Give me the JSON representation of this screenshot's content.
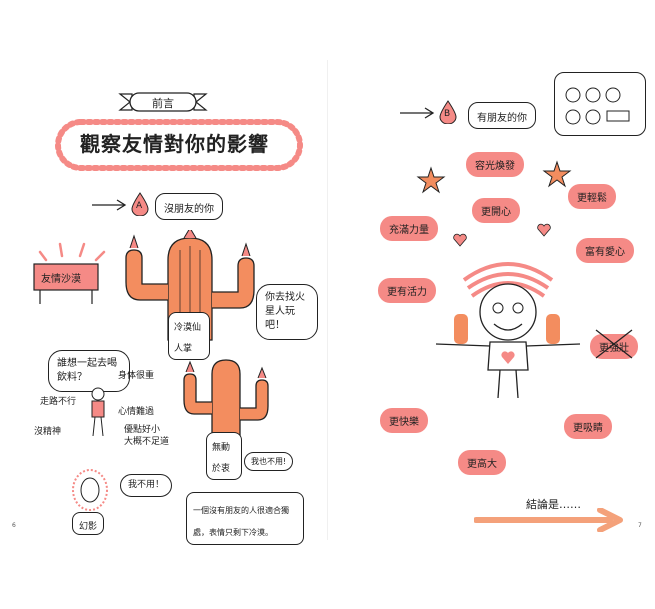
{
  "left": {
    "preface_label": "前言",
    "title": "觀察友情對你的影響",
    "section_a_letter": "A",
    "section_a_label": "沒朋友的你",
    "desert_sign": "友情沙漠",
    "cactus_bubble": "你去找火星人玩吧！",
    "cactus_tag": "冷漠仙人掌",
    "question_bubble": "誰想一起去喝飲料？",
    "notes": [
      "身体很重",
      "走路不行",
      "心情難過",
      "沒精神",
      "優點好小",
      "大概不足道"
    ],
    "small_cactus_tag": "無動於衷",
    "small_cactus_bubble": "我也不用!",
    "girl_bubble": "我不用！",
    "girl_tag": "幻影",
    "caption": "一個沒有朋友的人很適合獨處，表情只剩下冷漠。",
    "page_number": "6"
  },
  "right": {
    "section_b_letter": "B",
    "section_b_label": "有朋友的你",
    "pills": {
      "glow": "容光煥發",
      "happier": "更開心",
      "relaxed": "更輕鬆",
      "power": "充滿力量",
      "loving": "富有愛心",
      "vital": "更有活力",
      "strong": "更強壯",
      "joyful": "更快樂",
      "attractive": "更吸睛",
      "taller": "更高大"
    },
    "conclusion": "結論是……",
    "page_number": "7"
  }
}
